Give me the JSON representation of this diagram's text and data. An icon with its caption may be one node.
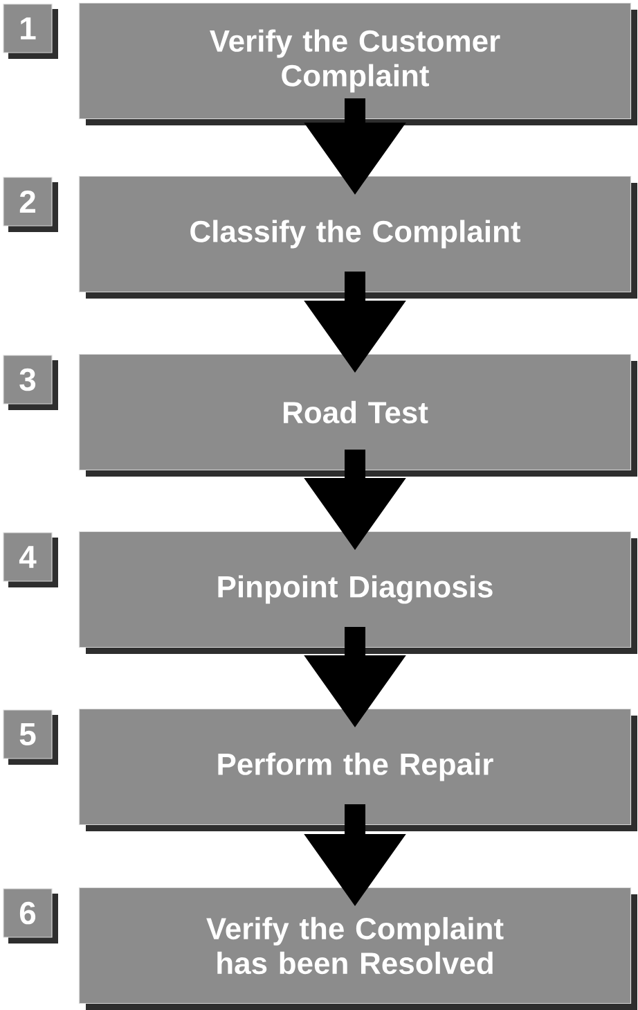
{
  "diagram": {
    "nodes": [
      {
        "text": [
          "Verify the Customer Complaint"
        ],
        "beside": [
          "1"
        ]
      },
      {
        "text": [
          "Classify the Complaint"
        ],
        "beside": [
          "2"
        ]
      },
      {
        "text": [
          "Road Test"
        ],
        "beside": [
          "3"
        ]
      },
      {
        "text": [
          "Pinpoint Diagnosis"
        ],
        "beside": [
          "4"
        ]
      },
      {
        "text": [
          "Perform the Repair"
        ],
        "beside": [
          "5"
        ]
      },
      {
        "text": [
          "Verify the Complaint has been Resolved"
        ],
        "beside": [
          "6"
        ]
      }
    ],
    "edges": [
      {
        "from": 0,
        "to": 1,
        "arrow": "to"
      },
      {
        "from": 1,
        "to": 2,
        "arrow": "to"
      },
      {
        "from": 2,
        "to": 3,
        "arrow": "to"
      },
      {
        "from": 3,
        "to": 4,
        "arrow": "to"
      },
      {
        "from": 4,
        "to": 5,
        "arrow": "to"
      }
    ]
  }
}
